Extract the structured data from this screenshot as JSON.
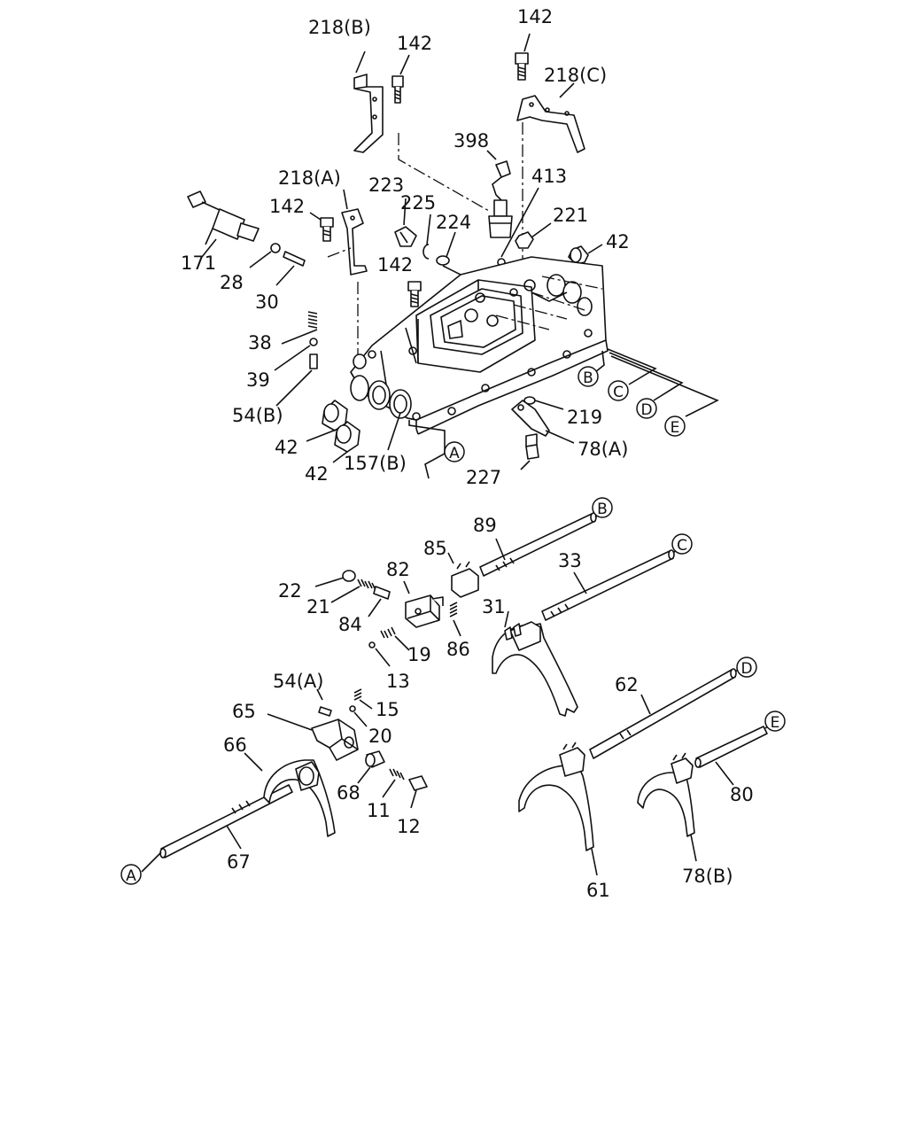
{
  "labels": {
    "l218B": "218(B)",
    "l142a": "142",
    "l142b": "142",
    "l218C": "218(C)",
    "l398": "398",
    "l413": "413",
    "l218A": "218(A)",
    "l223": "223",
    "l225": "225",
    "l224": "224",
    "l221": "221",
    "l142c": "142",
    "l42a": "42",
    "l171": "171",
    "l28": "28",
    "l30": "30",
    "l142d": "142",
    "l38": "38",
    "l39": "39",
    "l54B": "54(B)",
    "l42b": "42",
    "l42c": "42",
    "l157B": "157(B)",
    "l219": "219",
    "l78A": "78(A)",
    "l227": "227",
    "l89": "89",
    "l33": "33",
    "l85": "85",
    "l82": "82",
    "l22": "22",
    "l21": "21",
    "l84": "84",
    "l31": "31",
    "l86": "86",
    "l19": "19",
    "l13": "13",
    "l54A": "54(A)",
    "l15": "15",
    "l65": "65",
    "l20": "20",
    "l66": "66",
    "l68": "68",
    "l11": "11",
    "l12": "12",
    "l67": "67",
    "l62": "62",
    "l80": "80",
    "l61": "61",
    "l78B": "78(B)"
  },
  "refs": {
    "A": "A",
    "B": "B",
    "C": "C",
    "D": "D",
    "E": "E"
  }
}
